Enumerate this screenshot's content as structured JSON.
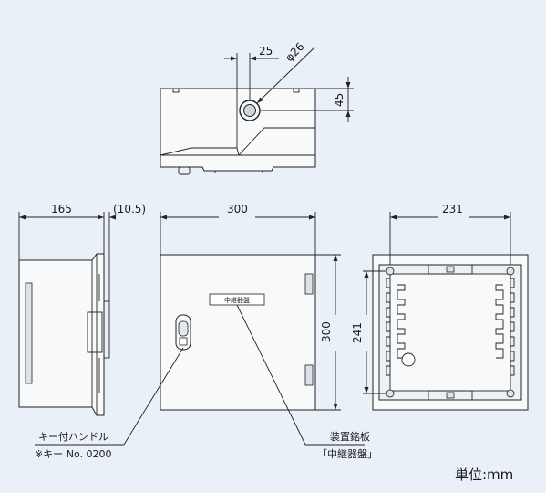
{
  "dimensions": {
    "top_hole_offset": "25",
    "top_hole_diameter": "φ26",
    "top_depth": "45",
    "side_depth": "165",
    "side_handle": "(10.5)",
    "front_width": "300",
    "front_height": "300",
    "back_width": "231",
    "back_height": "241"
  },
  "labels": {
    "nameplate": "中継器盤",
    "key_handle": "キー付ハンドル",
    "key_number": "※キー No. 0200",
    "plate_title": "装置銘板",
    "plate_name": "「中継器盤」"
  },
  "unit": "単位:mm",
  "colors": {
    "background": "#eaf0f8",
    "line": "#222222",
    "panel": "#f7f9fb"
  }
}
